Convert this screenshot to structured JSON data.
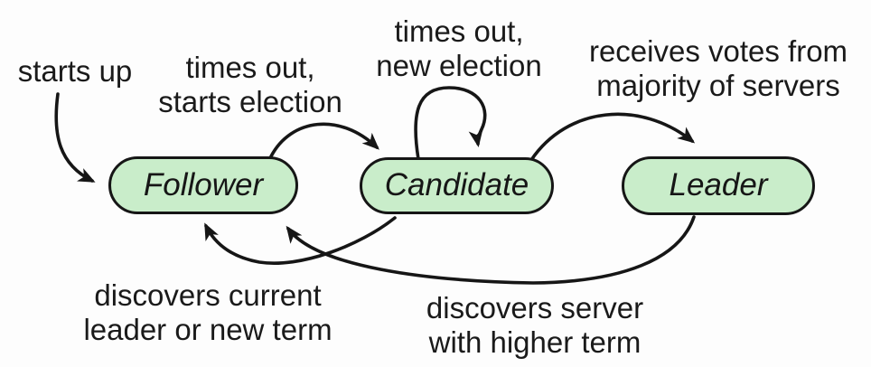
{
  "diagram": {
    "states": [
      {
        "id": "follower",
        "label": "Follower"
      },
      {
        "id": "candidate",
        "label": "Candidate"
      },
      {
        "id": "leader",
        "label": "Leader"
      }
    ],
    "transitions": [
      {
        "id": "starts-up",
        "from": "start",
        "to": "follower",
        "lines": [
          "starts up"
        ]
      },
      {
        "id": "times-out-starts-election",
        "from": "follower",
        "to": "candidate",
        "lines": [
          "times out,",
          "starts election"
        ]
      },
      {
        "id": "times-out-new-election",
        "from": "candidate",
        "to": "candidate",
        "lines": [
          "times out,",
          "new election"
        ]
      },
      {
        "id": "receives-votes",
        "from": "candidate",
        "to": "leader",
        "lines": [
          "receives votes from",
          "majority of servers"
        ]
      },
      {
        "id": "discovers-current-leader",
        "from": "candidate",
        "to": "follower",
        "lines": [
          "discovers current",
          "leader or new term"
        ]
      },
      {
        "id": "discovers-higher-term",
        "from": "leader",
        "to": "follower",
        "lines": [
          "discovers server",
          "with higher term"
        ]
      }
    ],
    "colors": {
      "state_fill": "#c9edca",
      "state_border": "#161616",
      "arrow": "#161616",
      "text": "#1a1a1a",
      "background": "#fdfdfd"
    }
  }
}
